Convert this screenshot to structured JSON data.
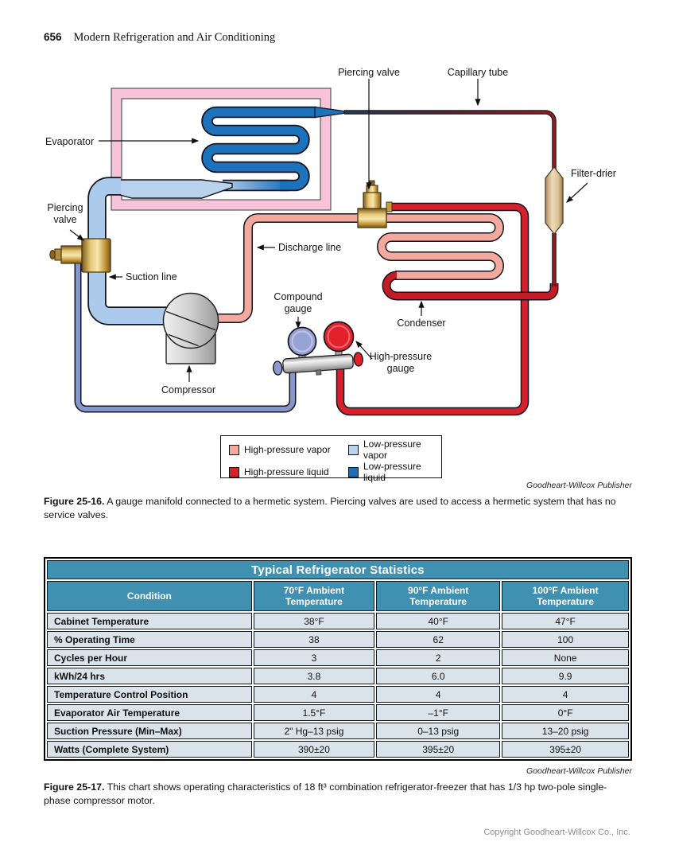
{
  "page": {
    "number": "656",
    "book_title": "Modern Refrigeration and Air Conditioning",
    "copyright": "Copyright Goodheart-Willcox Co., Inc."
  },
  "diagram": {
    "labels": {
      "piercing_valve_top": "Piercing valve",
      "capillary_tube": "Capillary tube",
      "evaporator": "Evaporator",
      "filter_drier": "Filter-drier",
      "piercing_valve_left": "Piercing\nvalve",
      "suction_line": "Suction line",
      "discharge_line": "Discharge line",
      "compound_gauge": "Compound\ngauge",
      "high_pressure_gauge": "High-pressure\ngauge",
      "condenser": "Condenser",
      "compressor": "Compressor"
    },
    "legend": {
      "items": [
        {
          "label": "High-pressure vapor",
          "color": "#f4a99e"
        },
        {
          "label": "Low-pressure vapor",
          "color": "#b9d3ee"
        },
        {
          "label": "High-pressure liquid",
          "color": "#d6212b"
        },
        {
          "label": "Low-pressure liquid",
          "color": "#1c6fb8"
        }
      ]
    },
    "credit": "Goodheart-Willcox Publisher",
    "caption_bold": "Figure 25-16.",
    "caption_text": " A gauge manifold connected to a hermetic system. Piercing valves are used to access a hermetic system that has no service valves."
  },
  "table": {
    "title": "Typical Refrigerator Statistics",
    "columns": [
      "Condition",
      "70°F Ambient Temperature",
      "90°F Ambient Temperature",
      "100°F Ambient Temperature"
    ],
    "rows": [
      [
        "Cabinet Temperature",
        "38°F",
        "40°F",
        "47°F"
      ],
      [
        "% Operating Time",
        "38",
        "62",
        "100"
      ],
      [
        "Cycles per Hour",
        "3",
        "2",
        "None"
      ],
      [
        "kWh/24 hrs",
        "3.8",
        "6.0",
        "9.9"
      ],
      [
        "Temperature Control Position",
        "4",
        "4",
        "4"
      ],
      [
        "Evaporator Air Temperature",
        "1.5°F",
        "–1°F",
        "0°F"
      ],
      [
        "Suction Pressure (Min–Max)",
        "2\" Hg–13 psig",
        "0–13 psig",
        "13–20 psig"
      ],
      [
        "Watts (Complete System)",
        "390±20",
        "395±20",
        "395±20"
      ]
    ],
    "accent_color": "#4090b2",
    "row_color": "#dbe3ea"
  },
  "figure2": {
    "credit": "Goodheart-Willcox Publisher",
    "caption_bold": "Figure 25-17.",
    "caption_text": " This chart shows operating characteristics of 18 ft³ combination refrigerator-freezer that has 1/3 hp two-pole single-phase compressor motor."
  }
}
